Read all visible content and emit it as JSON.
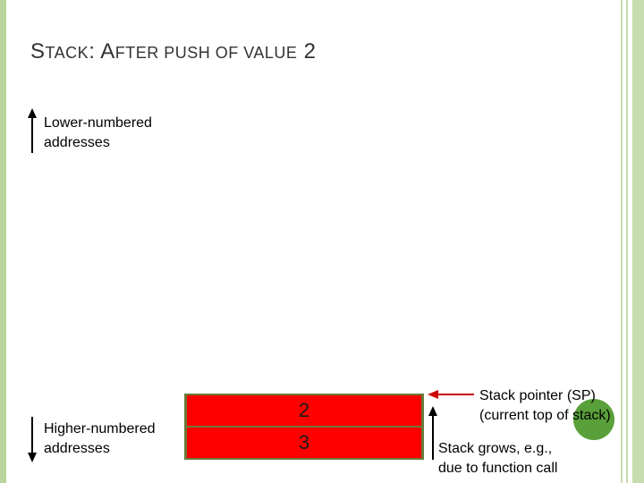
{
  "title": {
    "s_cap": "S",
    "s_rest": "TACK",
    "colon": ":",
    "a_cap": "A",
    "a_rest": "FTER PUSH OF VALUE",
    "number": "2"
  },
  "labels": {
    "lower_line1": "Lower-numbered",
    "lower_line2": "addresses",
    "higher_line1": "Higher-numbered",
    "higher_line2": "addresses",
    "sp_line1": "Stack pointer (SP)",
    "sp_line2": "(current top of stack)",
    "grows_line1": "Stack grows, e.g.,",
    "grows_line2": "due to function call"
  },
  "stack_values": [
    "2",
    "3"
  ],
  "colors": {
    "cell": "#ff0000",
    "cell_border": "#6b7a3a",
    "sp_arrow": "#cc0000",
    "accent_green": "#5aa03a",
    "border_green": "#b9d39c"
  }
}
